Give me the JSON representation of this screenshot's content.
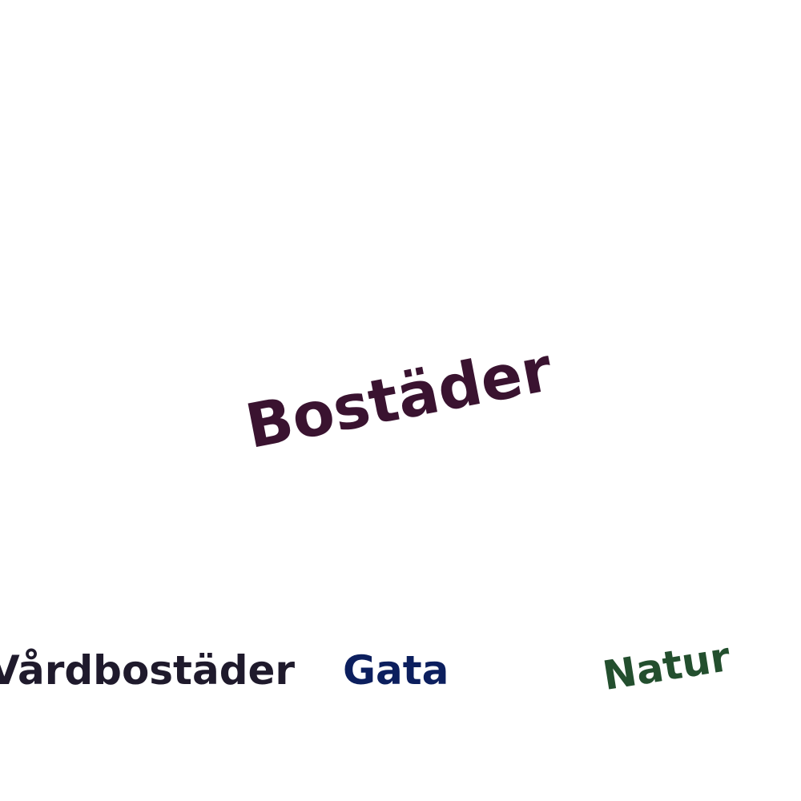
{
  "labels": {
    "main": "Bostäder",
    "left": "Vårdbostäder",
    "middle": "Gata",
    "right": "Natur"
  },
  "colors": {
    "main": "#3a1330",
    "left": "#1f1a2c",
    "middle": "#0c1f5e",
    "right": "#234f2e"
  }
}
